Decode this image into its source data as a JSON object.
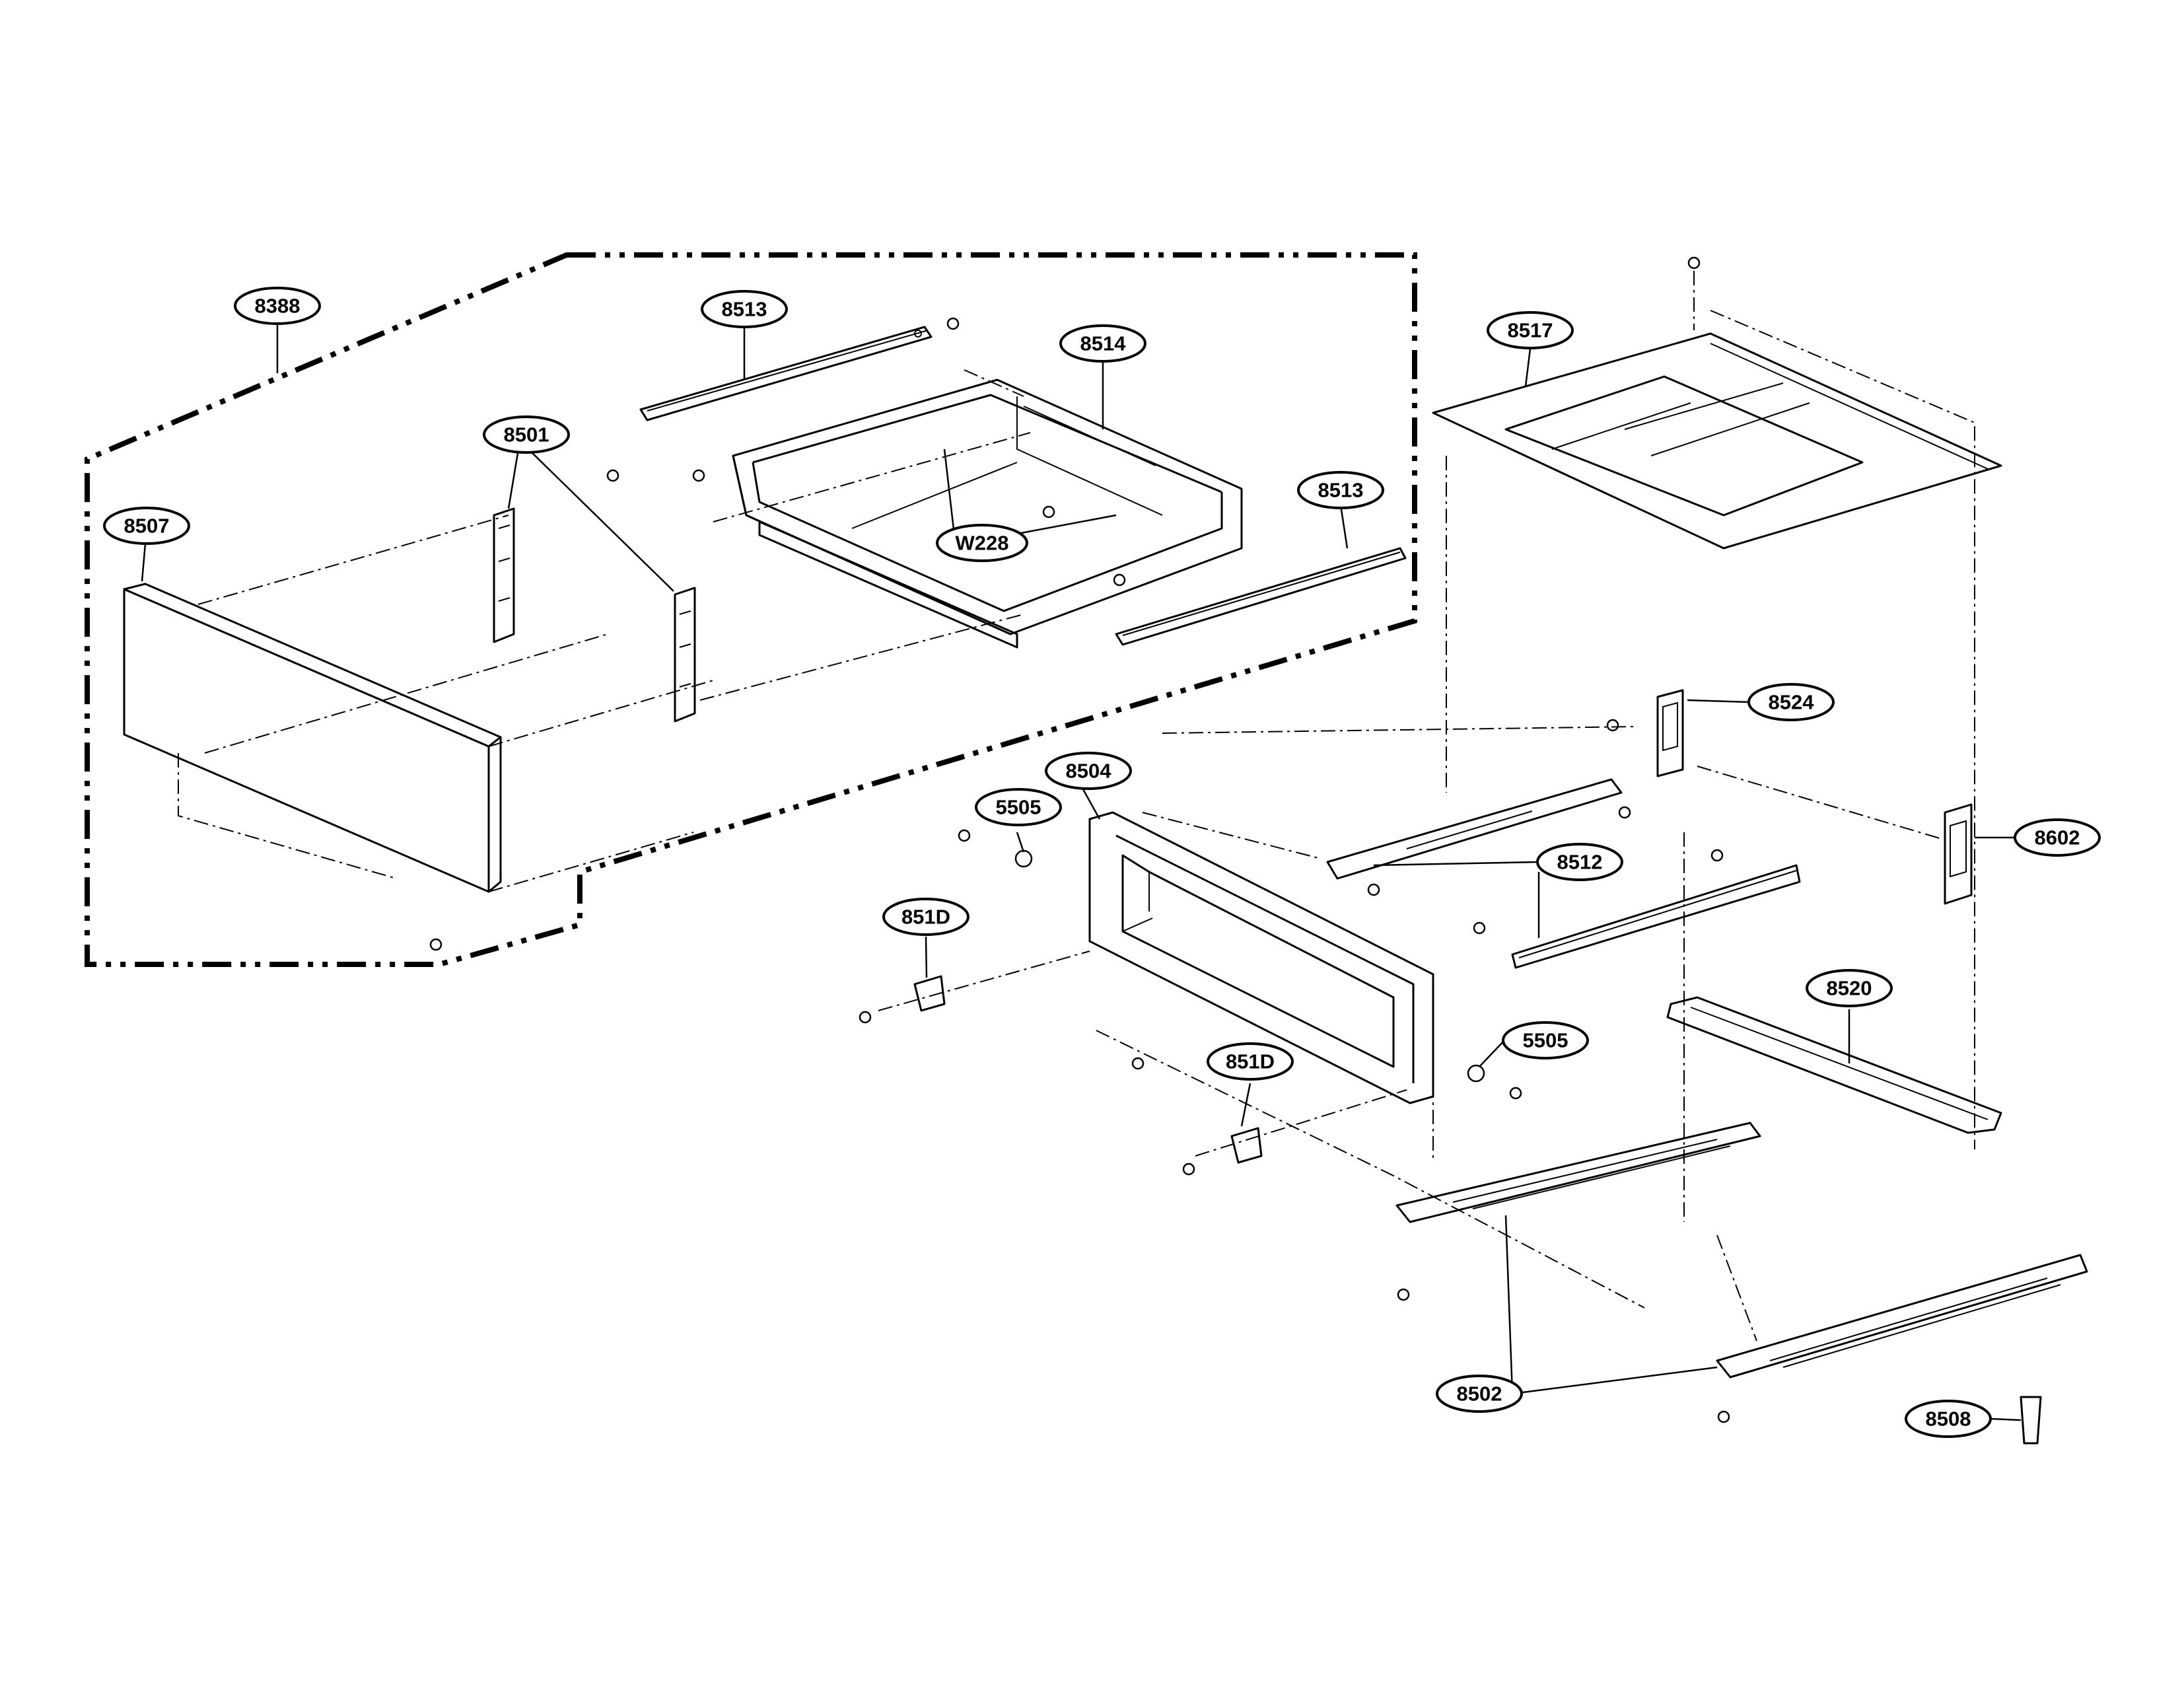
{
  "callouts": [
    {
      "id": "c8388",
      "label": "8388"
    },
    {
      "id": "c8513a",
      "label": "8513"
    },
    {
      "id": "c8514",
      "label": "8514"
    },
    {
      "id": "c8501",
      "label": "8501"
    },
    {
      "id": "c8507",
      "label": "8507"
    },
    {
      "id": "cW228",
      "label": "W228"
    },
    {
      "id": "c8513b",
      "label": "8513"
    },
    {
      "id": "c8517",
      "label": "8517"
    },
    {
      "id": "c8524",
      "label": "8524"
    },
    {
      "id": "c8504",
      "label": "8504"
    },
    {
      "id": "c5505a",
      "label": "5505"
    },
    {
      "id": "c8512",
      "label": "8512"
    },
    {
      "id": "c8602",
      "label": "8602"
    },
    {
      "id": "c851Da",
      "label": "851D"
    },
    {
      "id": "c8520",
      "label": "8520"
    },
    {
      "id": "c5505b",
      "label": "5505"
    },
    {
      "id": "c851Db",
      "label": "851D"
    },
    {
      "id": "c8502",
      "label": "8502"
    },
    {
      "id": "c8508",
      "label": "8508"
    }
  ]
}
